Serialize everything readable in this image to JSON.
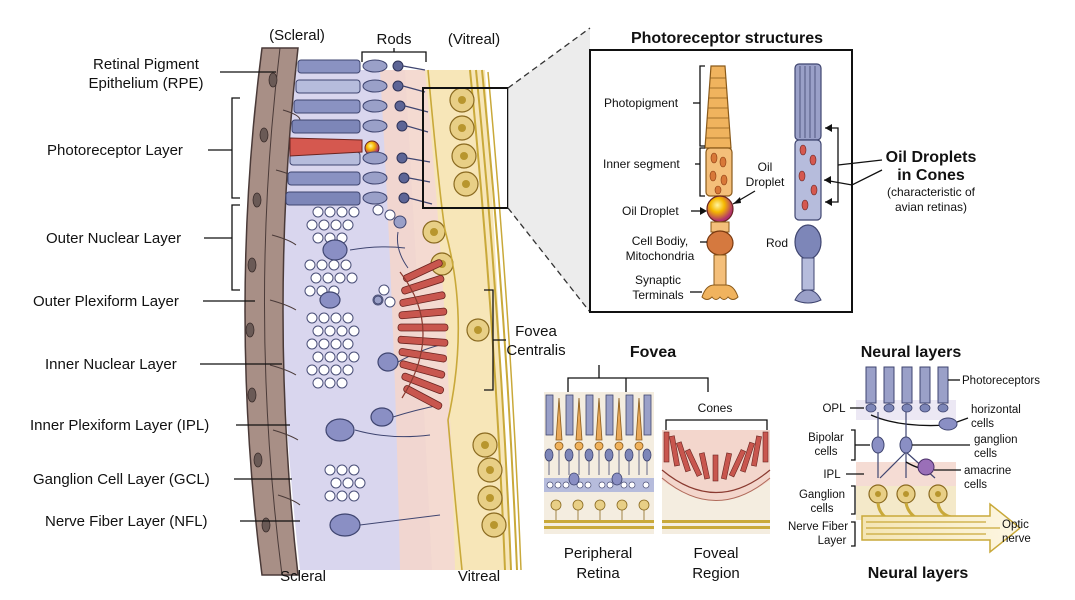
{
  "main_section": {
    "top_labels": {
      "scleral": "(Scleral)",
      "rods": "Rods",
      "vitreal": "(Vitreal)"
    },
    "bottom_labels": {
      "scleral": "Scleral",
      "vitreal": "Vitreal"
    },
    "layers": [
      {
        "line1": "Retinal Pigment",
        "line2": "Epithelium (RPE)"
      },
      {
        "line1": "Photoreceptor Layer"
      },
      {
        "line1": "Outer Nuclear Layer"
      },
      {
        "line1": "Outer Plexiform Layer"
      },
      {
        "line1": "Inner Nuclear Layer"
      },
      {
        "line1": "Inner Plexiform Layer (IPL)"
      },
      {
        "line1": "Ganglion Cell Layer (GCL)"
      },
      {
        "line1": "Nerve Fiber Layer (NFL)"
      }
    ],
    "fovea_label": {
      "line1": "Fovea",
      "line2": "Centralis"
    }
  },
  "photoreceptor_panel": {
    "title": "Photoreceptor structures",
    "labels": {
      "photopigment": "Photopigment",
      "inner_segment": "Inner segment",
      "oil_droplet_right_1": "Oil",
      "oil_droplet_right_2": "Droplet",
      "oil_droplet": "Oil Droplet",
      "cell_body_1": "Cell Bodiy,",
      "cell_body_2": "Mitochondria",
      "synaptic_1": "Synaptic",
      "synaptic_2": "Terminals",
      "rod": "Rod"
    }
  },
  "oil_droplets_callout": {
    "line1": "Oil Droplets",
    "line2": "in Cones",
    "line3": "(characteristic of",
    "line4": "avian retinas)"
  },
  "fovea_panel": {
    "title": "Fovea",
    "cones_label": "Cones",
    "peripheral": {
      "line1": "Peripheral",
      "line2": "Retina"
    },
    "foveal": {
      "line1": "Foveal",
      "line2": "Region"
    }
  },
  "neural_panel": {
    "title_top": "Neural layers",
    "title_bottom": "Neural layers",
    "left_labels": {
      "opl": "OPL",
      "bipolar_1": "Bipolar",
      "bipolar_2": "cells",
      "ipl": "IPL",
      "ganglion_1": "Ganglion",
      "ganglion_2": "cells",
      "nfl_1": "Nerve Fiber",
      "nfl_2": "Layer"
    },
    "right_labels": {
      "photoreceptors": "Photoreceptors",
      "horizontal_1": "horizontal",
      "horizontal_2": "cells",
      "ganglion_1": "ganglion",
      "ganglion_2": "cells",
      "amacrine_1": "amacrine",
      "amacrine_2": "cells",
      "optic_1": "Optic",
      "optic_2": "nerve"
    }
  },
  "colors": {
    "photoreceptor_purple": "#7d86b8",
    "cone_orange": "#e9a85a",
    "fovea_red": "#c8564e",
    "cell_body_tan": "#e8cf86",
    "rpe_brown": "#a88f86"
  }
}
